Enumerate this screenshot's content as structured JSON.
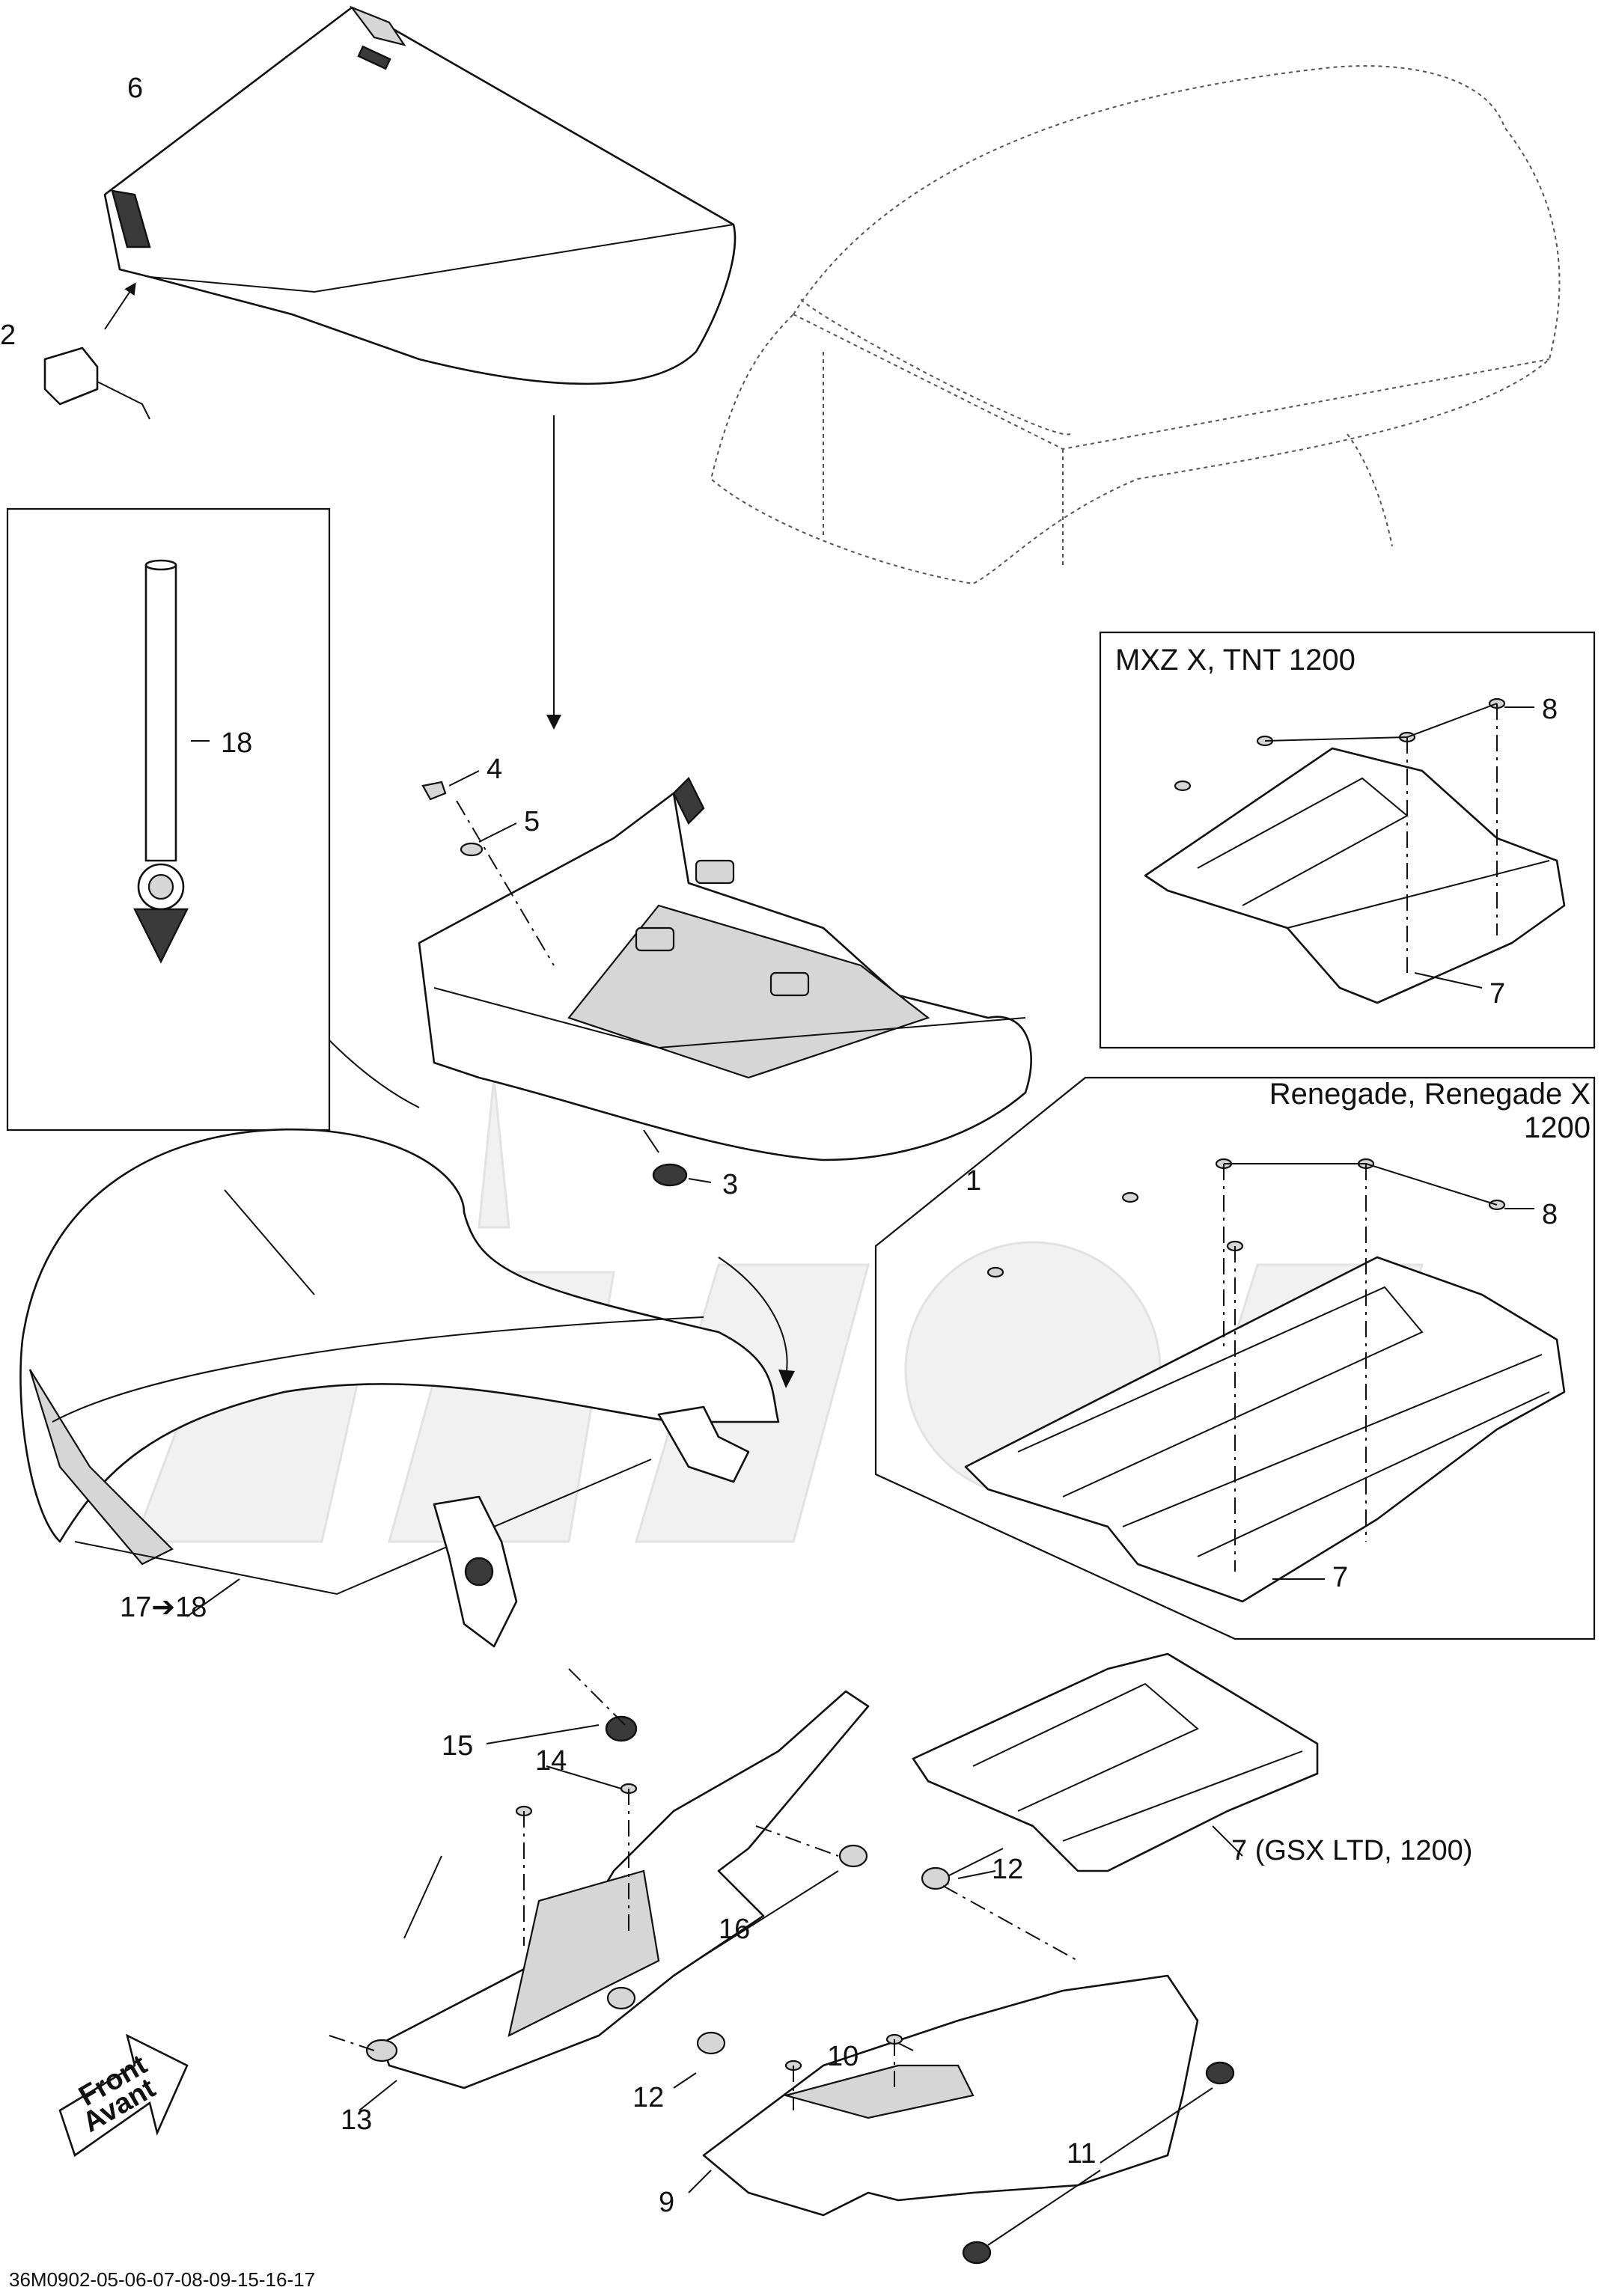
{
  "diagram": {
    "callouts": {
      "c1": "1",
      "c2": "2",
      "c3": "3",
      "c4": "4",
      "c5": "5",
      "c6": "6",
      "c7_mxz": "7",
      "c7_ren": "7",
      "c7_gsx": "7 (GSX LTD, 1200)",
      "c8_mxz": "8",
      "c8_ren": "8",
      "c9": "9",
      "c10": "10",
      "c11": "11",
      "c12a": "12",
      "c12b": "12",
      "c13": "13",
      "c14": "14",
      "c15": "15",
      "c16": "16",
      "c17": "17➔18",
      "c18": "18"
    },
    "boxes": {
      "mxz_title": "MXZ X, TNT 1200",
      "renegade_title_1": "Renegade, Renegade X",
      "renegade_title_2": "1200"
    },
    "front_badge": {
      "line1": "Front",
      "line2": "Avant"
    },
    "document_id": "36M0902-05-06-07-08-09-15-16-17"
  }
}
